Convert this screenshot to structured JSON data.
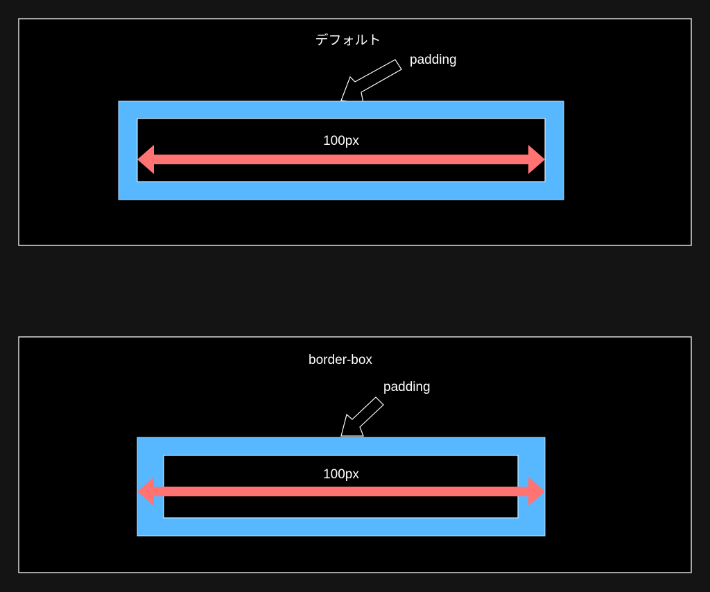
{
  "colors": {
    "page_background": "#141414",
    "panel_background": "#000000",
    "panel_border": "#d9d9d9",
    "padding_fill": "#57b8ff",
    "measure_arrow": "#ff7373",
    "text": "#ffffff"
  },
  "panels": [
    {
      "title": "デフォルト",
      "pointer_label": "padding",
      "width_label": "100px"
    },
    {
      "title": "border-box",
      "pointer_label": "padding",
      "width_label": "100px"
    }
  ]
}
